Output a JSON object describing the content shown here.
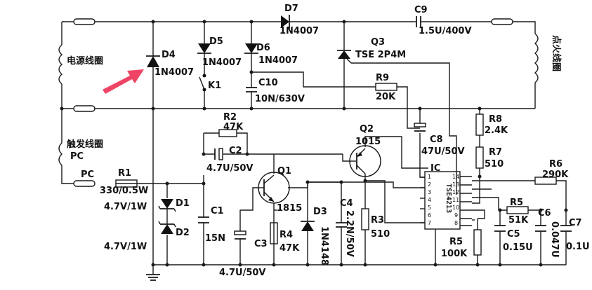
{
  "accent_color": "#ee4466",
  "coil_labels": {
    "power": "电源线圈",
    "ignition": "点火线圈",
    "trigger": "触发线圈",
    "trigger_pc": "PC"
  },
  "pc_label": "PC",
  "ic": {
    "ref": "IC",
    "name": "TSE4213",
    "pins_left": [
      "1",
      "2",
      "3",
      "4",
      "5",
      "6",
      "7"
    ],
    "pins_right": [
      "14",
      "13",
      "12",
      "11",
      "10",
      "9",
      "8"
    ]
  },
  "components": {
    "D4": {
      "ref": "D4",
      "value": "1N4007"
    },
    "D5": {
      "ref": "D5",
      "value": "1N4007"
    },
    "D6": {
      "ref": "D6",
      "value": "1N4007"
    },
    "D7": {
      "ref": "D7",
      "value": "1N4007"
    },
    "K1": {
      "ref": "K1"
    },
    "C9": {
      "ref": "C9",
      "value": "1.5U/400V"
    },
    "Q3": {
      "ref": "Q3",
      "value": "TSE 2P4M"
    },
    "R9": {
      "ref": "R9",
      "value": "20K"
    },
    "C10": {
      "ref": "C10",
      "value": "10N/630V"
    },
    "R8": {
      "ref": "R8",
      "value": "2.4K"
    },
    "R7": {
      "ref": "R7",
      "value": "510"
    },
    "C8": {
      "ref": "C8",
      "value": "47U/50V"
    },
    "R2": {
      "ref": "R2",
      "value": "47K"
    },
    "C2": {
      "ref": "C2",
      "value": "4.7U/50V"
    },
    "Q2": {
      "ref": "Q2",
      "value": "1015"
    },
    "Q1": {
      "ref": "Q1",
      "value": "1815"
    },
    "R1": {
      "ref": "R1",
      "value": "330/0.5W"
    },
    "D1": {
      "ref": "D1",
      "value": "4.7V/1W"
    },
    "D2": {
      "ref": "D2",
      "value": "4.7V/1W"
    },
    "C1": {
      "ref": "C1",
      "value": "15N"
    },
    "C3": {
      "ref": "C3",
      "value": "4.7U/50V"
    },
    "R4": {
      "ref": "R4",
      "value": "47K"
    },
    "D3": {
      "ref": "D3",
      "value": "1N4148"
    },
    "C4": {
      "ref": "C4",
      "value": "2.2N/50V"
    },
    "R3": {
      "ref": "R3",
      "value": "510"
    },
    "R6": {
      "ref": "R6",
      "value": "290K"
    },
    "R5a": {
      "ref": "R5",
      "value": "51K"
    },
    "R5b": {
      "ref": "R5",
      "value": "100K"
    },
    "C5": {
      "ref": "C5",
      "value": "0.15U"
    },
    "C6": {
      "ref": "C6",
      "value": "0.047U"
    },
    "C7": {
      "ref": "C7",
      "value": "0.1U"
    }
  }
}
